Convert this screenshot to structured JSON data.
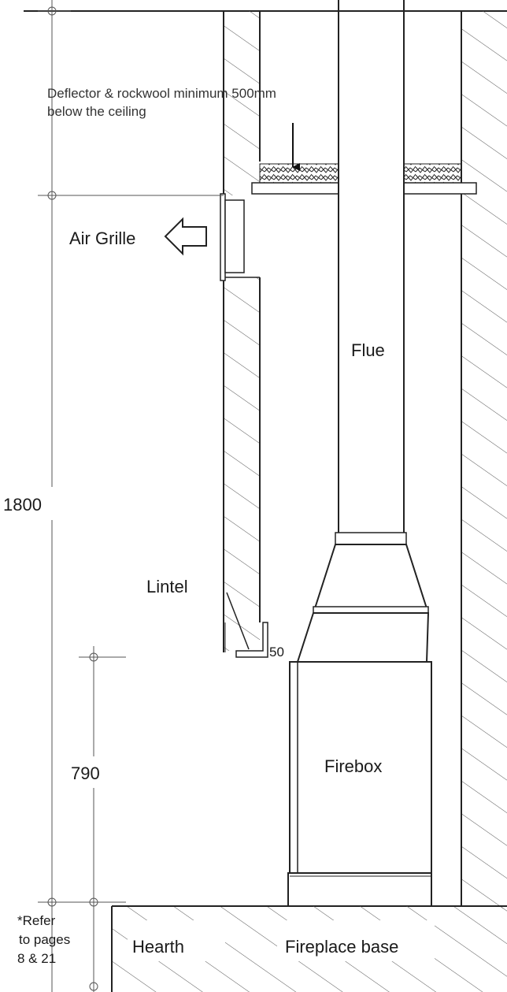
{
  "labels": {
    "deflector_line1": "Deflector & rockwool minimum 500mm",
    "deflector_line2": "below the ceiling",
    "air_grille": "Air Grille",
    "flue": "Flue",
    "lintel": "Lintel",
    "firebox": "Firebox",
    "hearth": "Hearth",
    "fireplace_base": "Fireplace base"
  },
  "dimensions": {
    "grille_to_hearth": "1800",
    "lintel_to_hearth": "790",
    "lintel_depth": "50"
  },
  "note": {
    "line1": "*Refer",
    "line2": "to pages",
    "line3": "8 & 21"
  }
}
